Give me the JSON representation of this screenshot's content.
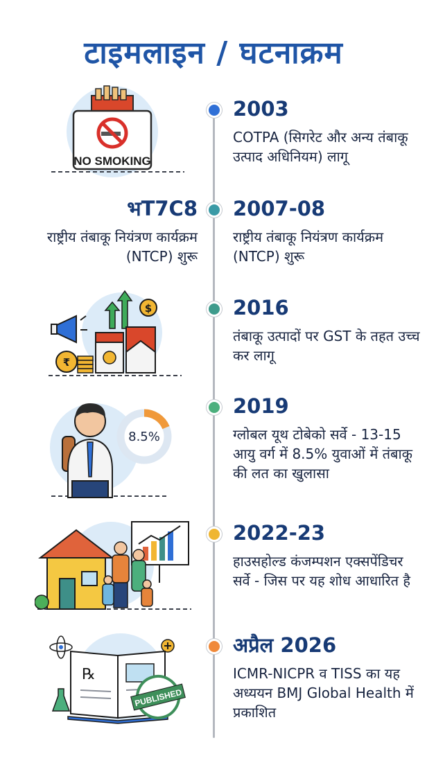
{
  "title": "टाइमलाइन / घटनाक्रम",
  "colors": {
    "title": "#1f55a6",
    "year": "#173a75",
    "line": "#b4b8bf",
    "dot_2003": "#2f6fd6",
    "dot_2007": "#3a9aa6",
    "dot_2016": "#3e9b8c",
    "dot_2019": "#4caf7d",
    "dot_2022": "#efb632",
    "dot_2026": "#f0893a"
  },
  "events": [
    {
      "year": "2003",
      "description": "COTPA (सिगरेट और अन्य तंबाकू उत्पाद अधिनियम) लागू"
    },
    {
      "year": "2007-08",
      "description": "राष्ट्रीय तंबाकू नियंत्रण कार्यक्रम (NTCP) शुरू"
    },
    {
      "year": "2016",
      "description": "तंबाकू उत्पादों पर GST के तहत उच्च कर लागू"
    },
    {
      "year": "2019",
      "description": "ग्लोबल यूथ टोबेको सर्वे - 13-15 आयु वर्ग में 8.5% युवाओं में तंबाकू की लत का खुलासा"
    },
    {
      "year": "2022-23",
      "description": "हाउसहोल्ड कंजम्पशन एक्सपेंडिचर सर्वे - जिस पर यह शोध आधारित है"
    },
    {
      "year": "अप्रैल 2026",
      "description": "ICMR-NICPR व TISS का यह अध्ययन BMJ Global Health में प्रकाशित"
    }
  ],
  "left_entry": {
    "year": "भT7C8",
    "description": "राष्ट्रीय तंबाकू नियंत्रण कार्यक्रम (NTCP) शुरू"
  },
  "illustrations": {
    "no_smoking_sign": "NO SMOKING",
    "donut_label": "8.5%",
    "donut_value": 0.085,
    "prescription_symbol": "℞",
    "stamp_label": "PUBLISHED",
    "currency_rupee": "₹",
    "currency_dollar": "$"
  }
}
